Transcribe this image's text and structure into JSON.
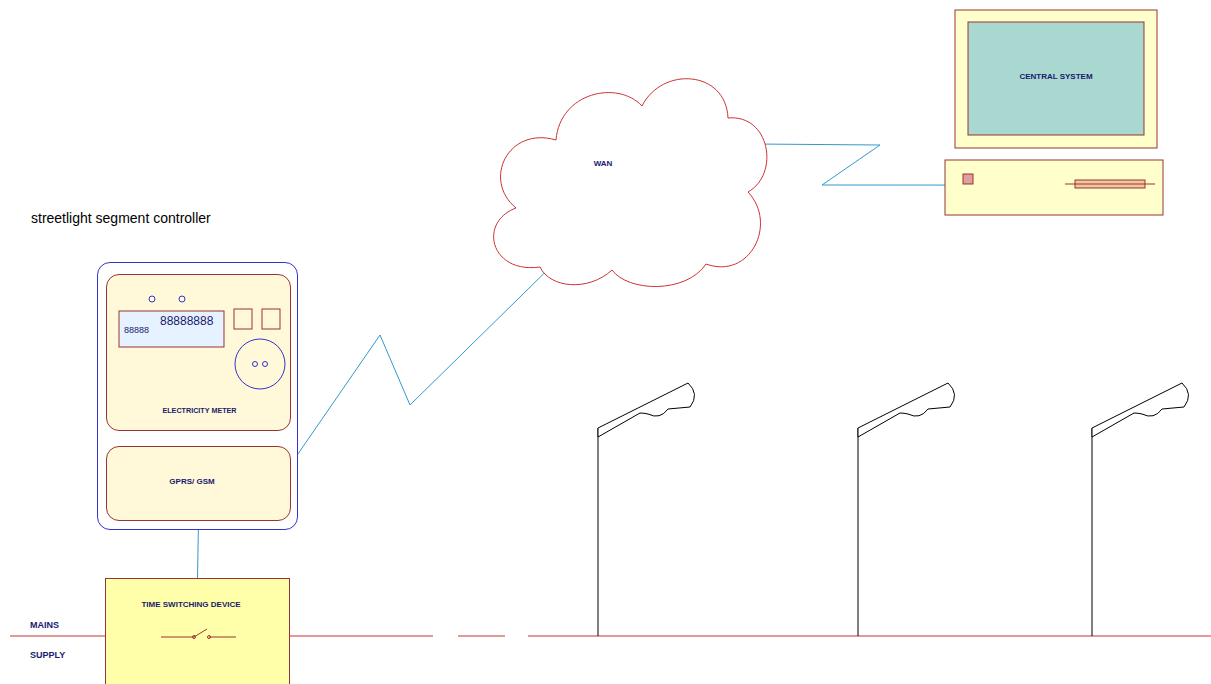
{
  "diagram": {
    "nodes": [
      {
        "text": [
          "streetlight segment controller"
        ]
      },
      {
        "text": [
          "88888",
          "88888888",
          "ELECTRICITY METER"
        ],
        "in": 0
      },
      {
        "text": [
          "GPRS/ GSM"
        ],
        "in": 0
      },
      {
        "text": [
          "TIME SWITCHING DEVICE"
        ]
      },
      {
        "text": [
          "WAN"
        ]
      },
      {
        "text": [
          "CENTRAL SYSTEM"
        ]
      }
    ],
    "edges": [
      {
        "from": 1,
        "to": 2,
        "arrow": "none"
      },
      {
        "from": 2,
        "to": 3,
        "arrow": "none"
      },
      {
        "from": 2,
        "to": 4,
        "arrow": "none"
      },
      {
        "from": 4,
        "to": 5,
        "arrow": "none"
      }
    ],
    "labels": [
      "MAINS",
      "SUPPLY"
    ]
  }
}
